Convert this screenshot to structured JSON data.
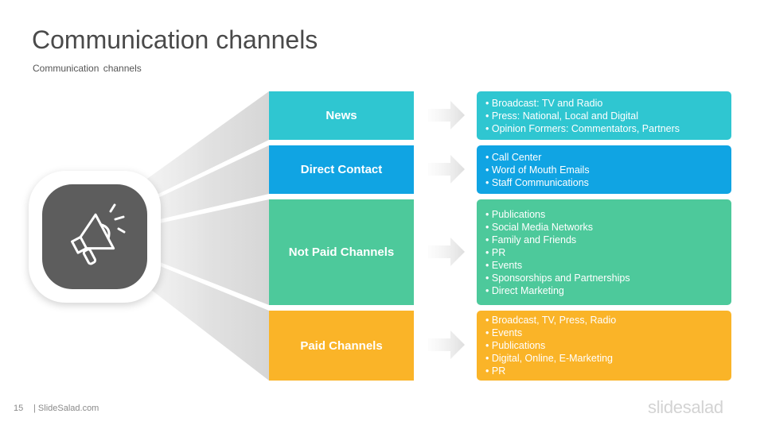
{
  "header": {
    "title": "Communication channels",
    "subtitle": "Communication  channels"
  },
  "icon": {
    "name": "megaphone-icon"
  },
  "channels": [
    {
      "label": "News",
      "color": "#2fc6d1",
      "items": [
        "Broadcast: TV and Radio",
        "Press: National, Local and Digital",
        "Opinion Formers: Commentators, Partners"
      ]
    },
    {
      "label": "Direct Contact",
      "color": "#10a4e3",
      "items": [
        "Call Center",
        "Word of Mouth Emails",
        "Staff Communications"
      ]
    },
    {
      "label": "Not Paid Channels",
      "color": "#4dc99b",
      "items": [
        "Publications",
        "Social Media Networks",
        "Family and Friends",
        "PR",
        "Events",
        "Sponsorships  and Partnerships",
        "Direct Marketing"
      ]
    },
    {
      "label": "Paid Channels",
      "color": "#fab428",
      "items": [
        "Broadcast, TV, Press, Radio",
        "Events",
        "Publications",
        "Digital, Online, E-Marketing",
        "PR"
      ]
    }
  ],
  "footer": {
    "page_number": "15",
    "site": "| SlideSalad.com",
    "brand": "slidesalad"
  }
}
